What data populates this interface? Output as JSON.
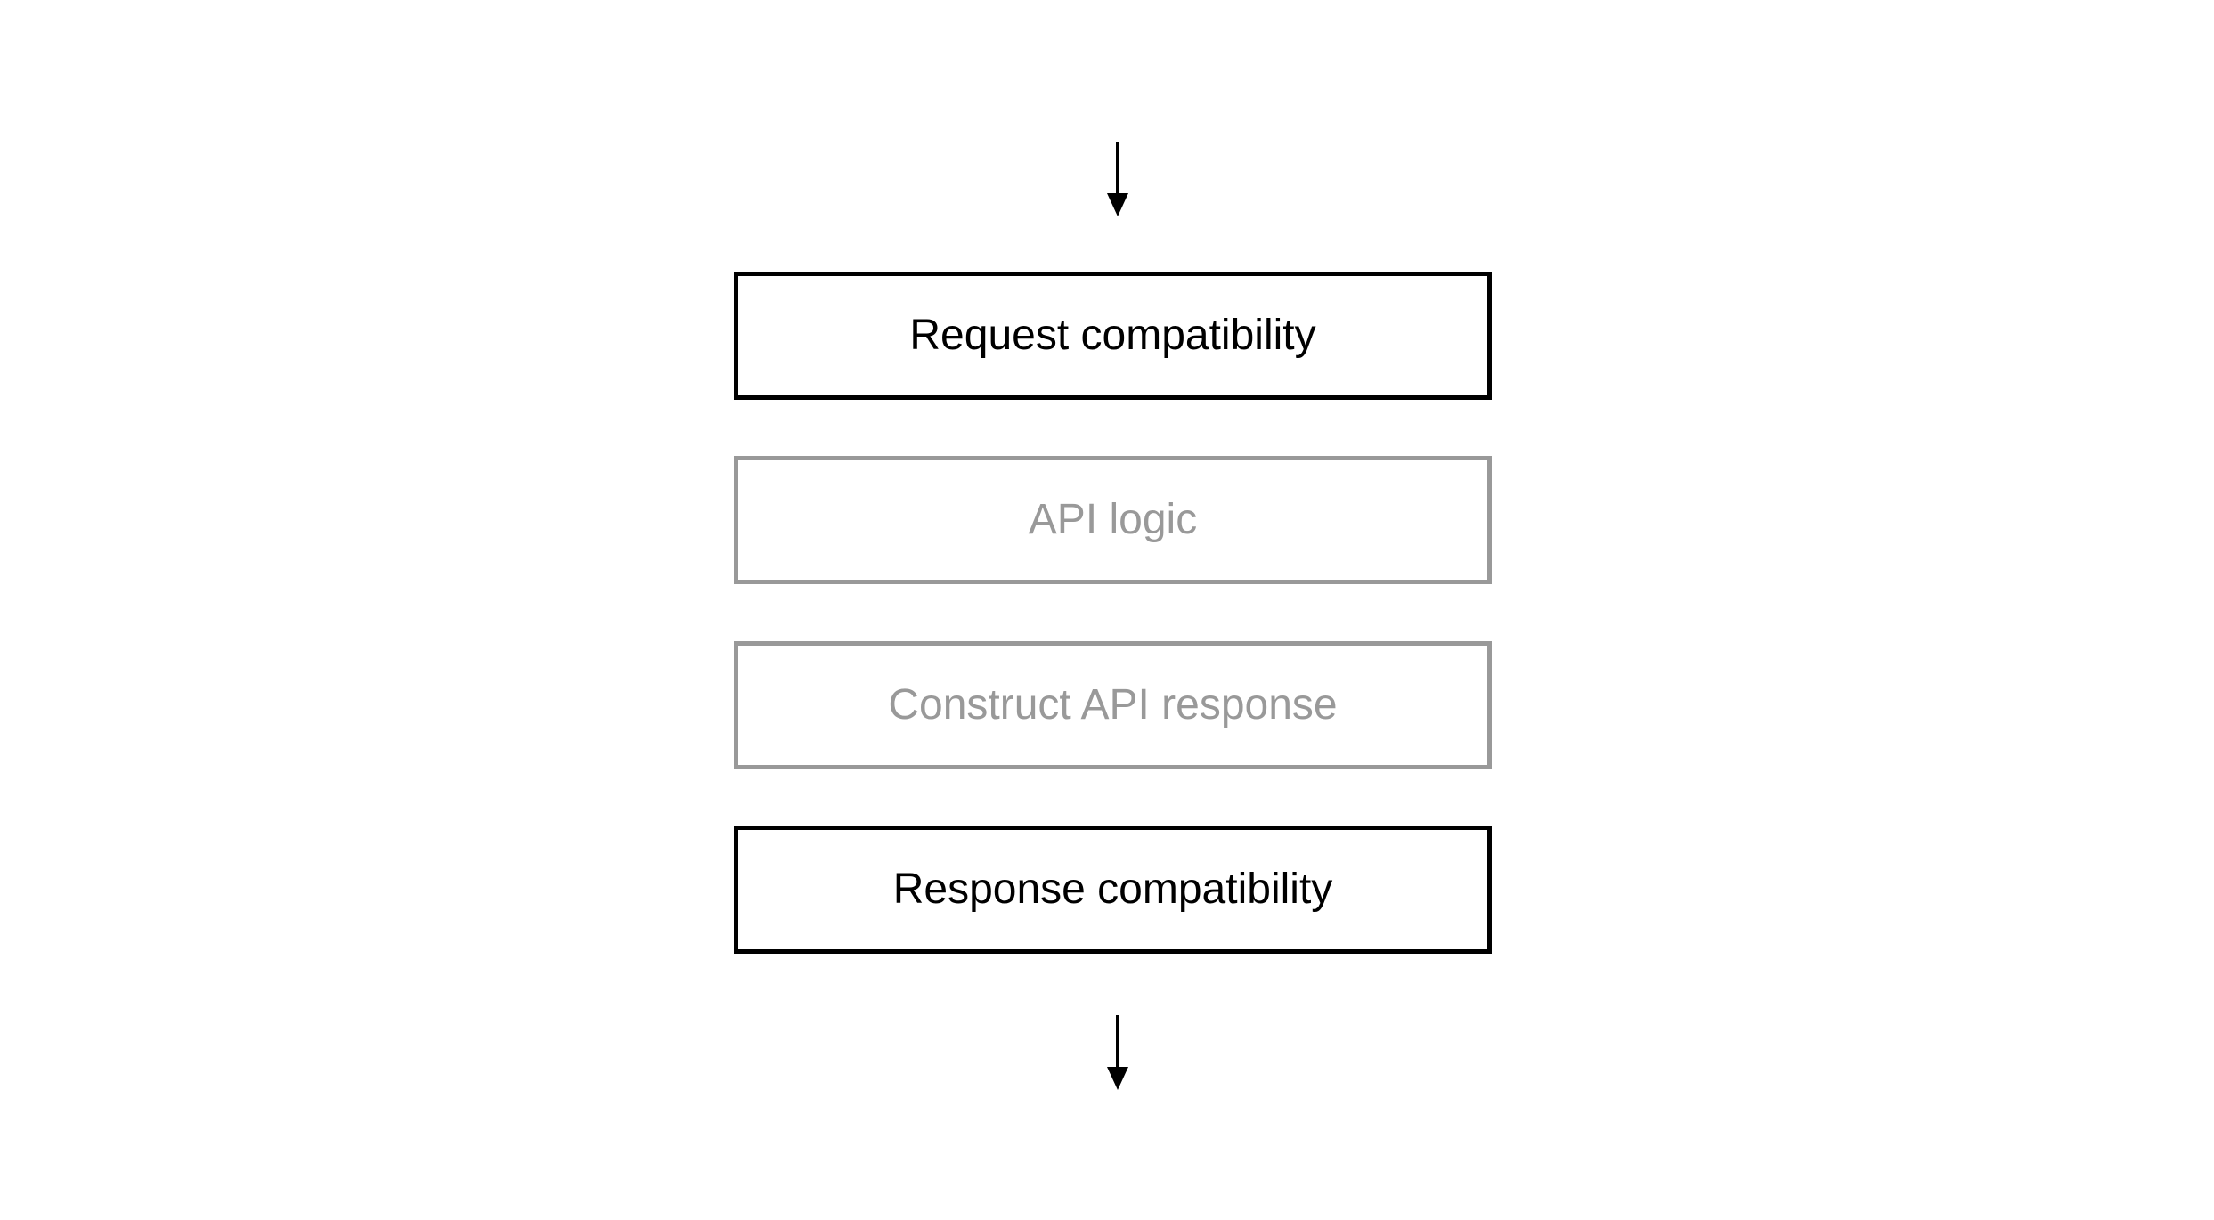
{
  "colors": {
    "active": "#000000",
    "inactive": "#999999",
    "background": "#ffffff"
  },
  "arrows": {
    "top": {
      "icon": "arrow-down-icon"
    },
    "bottom": {
      "icon": "arrow-down-icon"
    }
  },
  "stages": [
    {
      "label": "Request compatibility",
      "state": "active"
    },
    {
      "label": "API logic",
      "state": "inactive"
    },
    {
      "label": "Construct API response",
      "state": "inactive"
    },
    {
      "label": "Response compatibility",
      "state": "active"
    }
  ]
}
